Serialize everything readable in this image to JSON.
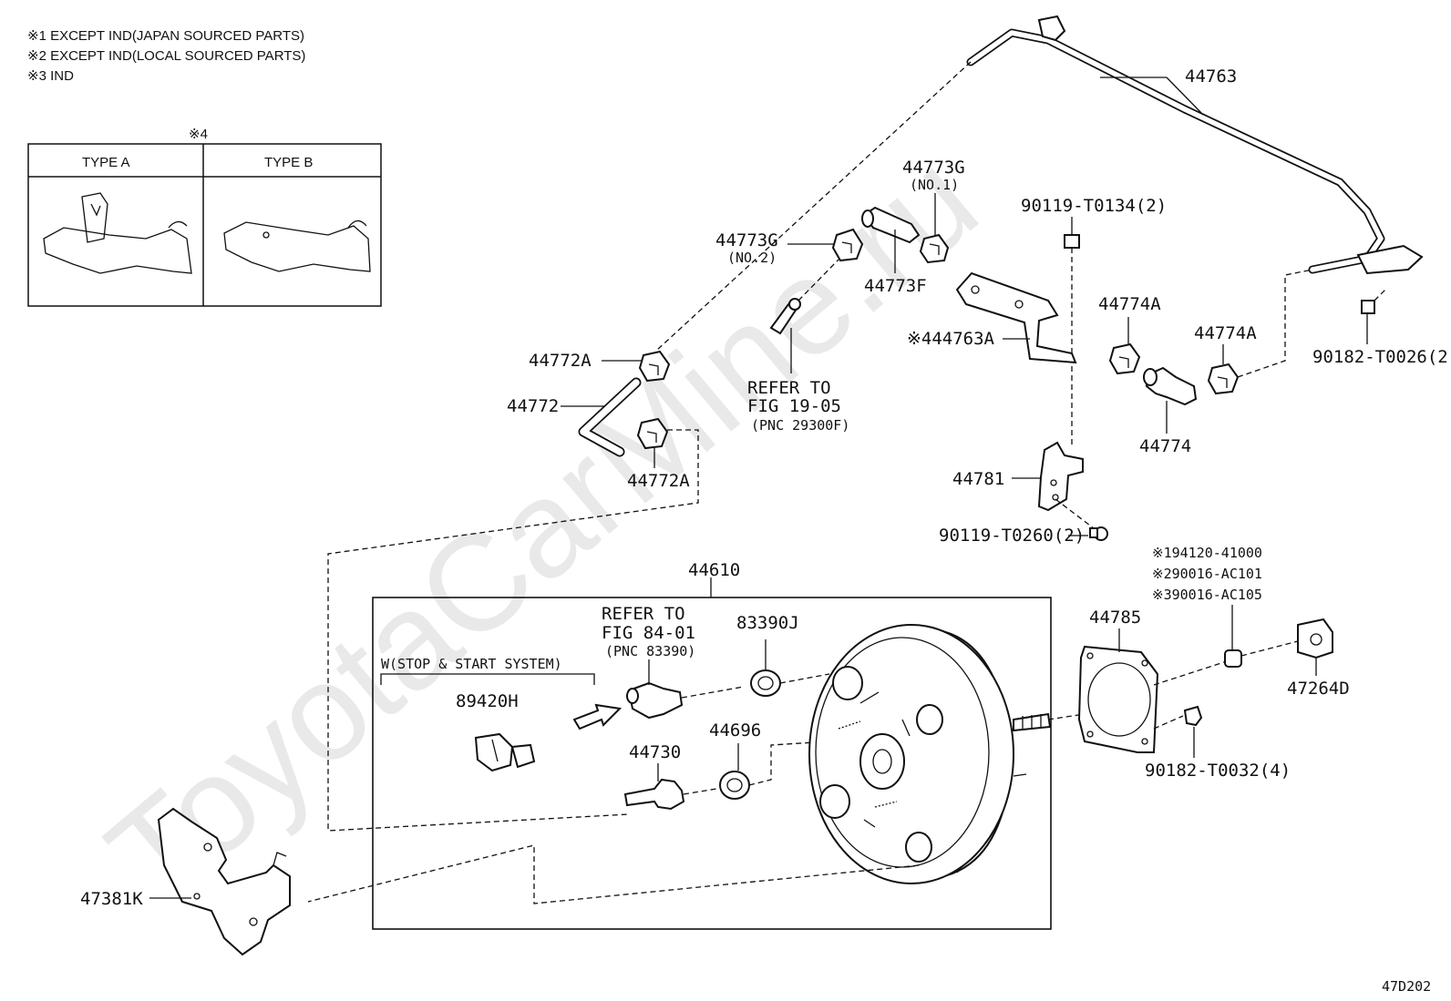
{
  "notes": [
    "※1 EXCEPT IND(JAPAN SOURCED PARTS)",
    "※2 EXCEPT IND(LOCAL SOURCED PARTS)",
    "※3 IND"
  ],
  "type_table": {
    "marker": "※4",
    "col_a": "TYPE A",
    "col_b": "TYPE B"
  },
  "watermark": "ToyotaCarMine.ru",
  "parts": {
    "p44763": "44763",
    "p44773G_1": "44773G",
    "p44773G_1_sub": "(NO.1)",
    "p90119_T0134": "90119-T0134(2)",
    "p44773G_2": "44773G",
    "p44773G_2_sub": "(NO.2)",
    "p44773F": "44773F",
    "p44763A": "※444763A",
    "p44774A_1": "44774A",
    "p44774A_2": "44774A",
    "p90182_T0026": "90182-T0026(2)",
    "p44772A_1": "44772A",
    "p44772": "44772",
    "p44772A_2": "44772A",
    "p44774": "44774",
    "p44781": "44781",
    "p90119_T0260": "90119-T0260(2)",
    "p44610": "44610",
    "p83390J": "83390J",
    "p89420H": "89420H",
    "p44730": "44730",
    "p44696": "44696",
    "p44785": "44785",
    "p47264D": "47264D",
    "p90182_T0032": "90182-T0032(4)",
    "p47381K": "47381K",
    "alt1": "※194120-41000",
    "alt2": "※290016-AC101",
    "alt3": "※390016-AC105"
  },
  "refs": {
    "ref1_l1": "REFER TO",
    "ref1_l2": "FIG 19-05",
    "ref1_l3": "(PNC 29300F)",
    "ref2_l1": "REFER TO",
    "ref2_l2": "FIG 84-01",
    "ref2_l3": "(PNC 83390)"
  },
  "option_label": "W(STOP & START SYSTEM)",
  "figure_code": "47D202"
}
